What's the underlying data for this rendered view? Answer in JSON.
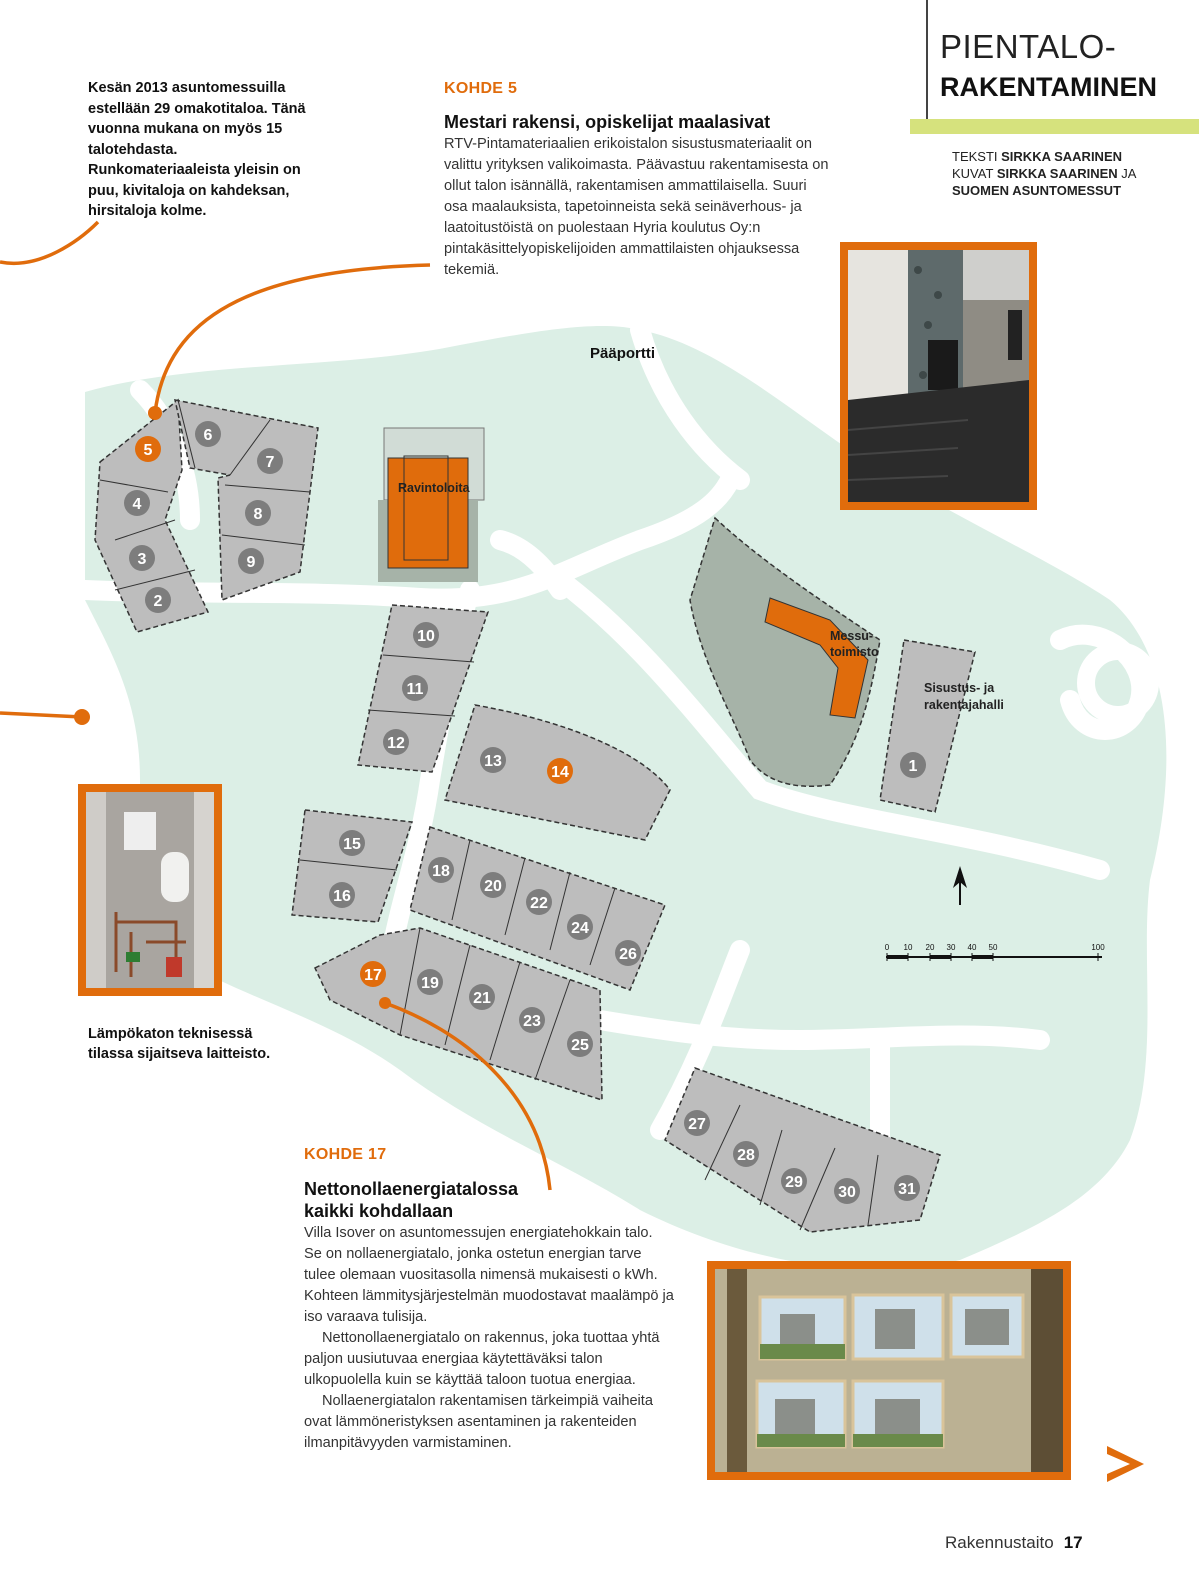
{
  "section": {
    "title_line1": "PIENTALO-",
    "title_line2": "RAKENTAMINEN"
  },
  "credits": {
    "text_label": "TEKSTI",
    "text_author": "SIRKKA SAARINEN",
    "photo_label": "KUVAT",
    "photo_author": "SIRKKA SAARINEN",
    "and_word": "JA",
    "photo_org": "SUOMEN ASUNTOMESSUT"
  },
  "intro": "Kesän 2013 asuntomessuilla estellään 29 omakotitaloa. Tänä vuonna mukana on myös 15 talotehdasta. Runkomateriaaleista yleisin on puu, kivitaloja on kahdeksan, hirsitaloja kolme.",
  "kohde5": {
    "label": "KOHDE 5",
    "heading": "Mestari rakensi, opiskelijat maalasivat",
    "body": "RTV-Pintamateriaalien erikoistalon sisustusmateriaalit on valittu yrityksen valikoimasta. Päävastuu rakentamisesta on ollut talon isännällä, rakentamisen ammattilaisella. Suuri osa maalauksista, tapetoinneista sekä seinäverhous- ja laatoitustöistä on puolestaan Hyria koulutus Oy:n pintakäsittelyopiskelijoiden ammattilaisten ohjauksessa tekemiä."
  },
  "kohde17": {
    "label": "KOHDE 17",
    "heading_line1": "Nettonollaenergiatalossa",
    "heading_line2": "kaikki kohdallaan",
    "para1": "Villa Isover on asuntomessujen energiatehokkain talo. Se on nollaenergiatalo, jonka ostetun energian tarve tulee olemaan vuositasolla nimensä mukaisesti o kWh. Kohteen lämmitysjärjestelmän muodostavat maalämpö ja iso varaava tulisija.",
    "para2": "Nettonollaenergiatalo on rakennus, joka tuottaa yhtä paljon uusiutuvaa energiaa käytettäväksi talon ulkopuolella kuin se käyttää taloon tuotua energiaa.",
    "para3": "Nollaenergiatalon rakentamisen tärkeimpiä vaiheita ovat lämmöneristyksen asentaminen ja rakenteiden ilmanpitävyyden varmistaminen."
  },
  "caption": "Lämpökaton teknisessä tilassa sijaitseva laitteisto.",
  "map": {
    "gate_label": "Pääportti",
    "restaurant_label": "Ravintoloita",
    "office_label_line1": "Messu-",
    "office_label_line2": "toimisto",
    "hall_label_line1": "Sisustus- ja",
    "hall_label_line2": "rakentajahalli",
    "scale_ticks": [
      "0",
      "10",
      "20",
      "30",
      "40",
      "50",
      "100"
    ],
    "plots": [
      "1",
      "2",
      "3",
      "4",
      "5",
      "6",
      "7",
      "8",
      "9",
      "10",
      "11",
      "12",
      "13",
      "14",
      "15",
      "16",
      "17",
      "18",
      "19",
      "20",
      "21",
      "22",
      "23",
      "24",
      "25",
      "26",
      "27",
      "28",
      "29",
      "30",
      "31"
    ],
    "highlight_plots": [
      "5",
      "14",
      "17"
    ]
  },
  "colors": {
    "accent": "#e06c0c",
    "park": "#dcefe6",
    "plot": "#bdbdbd",
    "badge": "#7d7d7d",
    "green_bar": "#d6e27d"
  },
  "footer": {
    "magazine": "Rakennustaito",
    "page": "17"
  },
  "next_icon": "chevron-right-icon"
}
